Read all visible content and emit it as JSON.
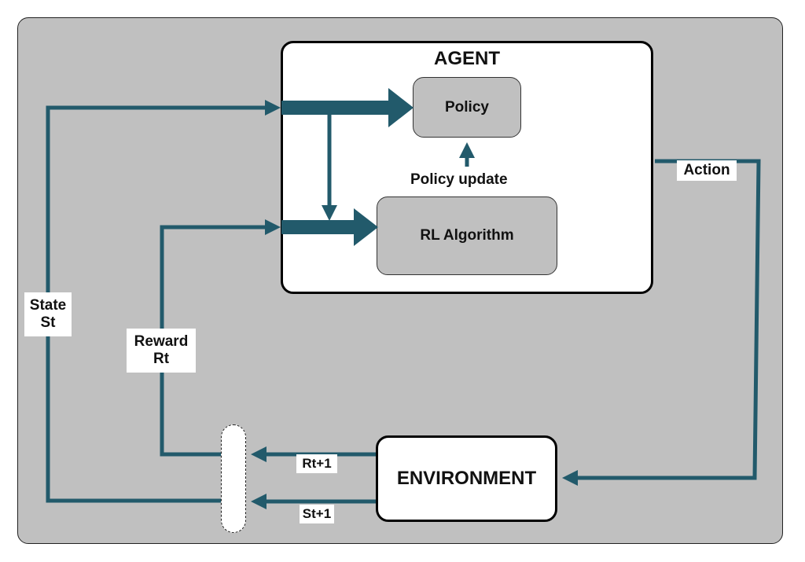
{
  "diagram": {
    "title": "Reinforcement learning agent-environment loop",
    "colors": {
      "background": "#c0c0c0",
      "arrow": "#225a6b",
      "box_border": "#000000",
      "agent_fill": "#ffffff",
      "inner_box_fill": "#c0c0c0"
    },
    "nodes": {
      "agent": "AGENT",
      "policy": "Policy",
      "rl_algorithm": "RL Algorithm",
      "environment": "ENVIRONMENT"
    },
    "labels": {
      "policy_update": "Policy update",
      "state_line1": "State",
      "state_line2": "St",
      "reward_line1": "Reward",
      "reward_line2": "Rt",
      "action": "Action",
      "next_reward": "Rt+1",
      "next_state": "St+1"
    },
    "edges": [
      {
        "from": "environment",
        "to": "merge",
        "label": "Rt+1"
      },
      {
        "from": "environment",
        "to": "merge",
        "label": "St+1"
      },
      {
        "from": "merge",
        "to": "policy",
        "label": "State St"
      },
      {
        "from": "merge",
        "to": "rl_algorithm",
        "label": "Reward Rt"
      },
      {
        "from": "state-bus",
        "to": "rl_algorithm",
        "label": ""
      },
      {
        "from": "rl_algorithm",
        "to": "policy",
        "label": "Policy update"
      },
      {
        "from": "agent",
        "to": "environment",
        "label": "Action"
      }
    ]
  }
}
